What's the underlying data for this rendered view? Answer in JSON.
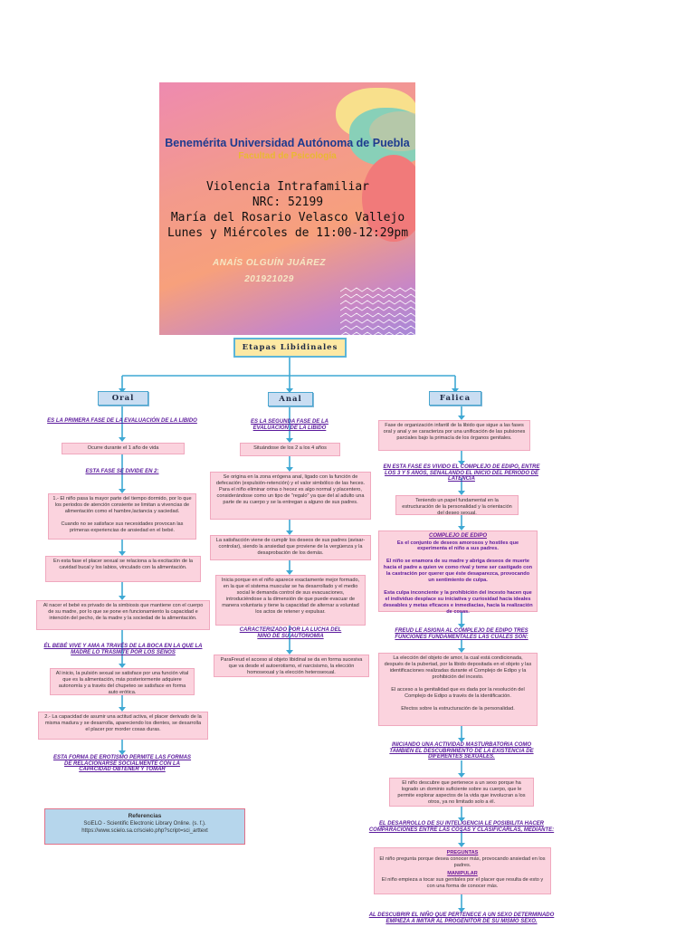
{
  "cover": {
    "university": "Benemérita Universidad Autónoma de Puebla",
    "faculty": "Facultad de Psicología",
    "course": "Violencia Intrafamiliar",
    "nrc": "NRC: 52199",
    "teacher": "María del Rosario Velasco Vallejo",
    "schedule": "Lunes y Miércoles de 11:00-12:29pm",
    "student": "ANAÍS OLGUÍN JUÁREZ",
    "student_id": "201921029"
  },
  "root": "Etapas Libidinales",
  "oral": {
    "title": "Oral",
    "cap1": "ES LA PRIMERA FASE DE LA EVALUACIÓN DE LA LIBIDO",
    "box1": "Ocurre durante el 1 año de vida",
    "cap2": "ESTA FASE SE DIVIDE EN 2:",
    "box2": "1.- El niño pasa la mayor parte del tiempo dormido, por lo que los periodos de atención consiente se limitan a vivencias de alimentación como el hambre,lactancia y saciedad.\n\nCuando no se satisface sus necesidades provocan las primeras experiencias de ansiedad en el bebé.",
    "box3": "En esta fase el placer sexual se relaciona a la excitación de la cavidad bucal y los labios, vinculado con la alimentación.",
    "box4": "Al nacer el bebé es privado de la simbiosis que mantiene con el cuerpo de su madre, por lo que se pone en funcionamiento la capacidad e intención del pecho, de la madre y la sociedad de la alimentación.",
    "cap3": "ÉL BEBÉ VIVE Y AMA A TRAVÉS DE LA BOCA EN LA QUE LA MADRE LO TRASMITE POR LOS SENOS",
    "box5": "Al inicio, la pulsión sexual se satisface por una función vital que es la alimentación, más posteriormente adquiere autonomía y a través del chupeteo se satisface en forma auto erótica.",
    "box6": "2.- La capacidad de asumir una actitud activa, el placer derivado de la misma madura y se desarrolla, apareciendo los dientes, se desarrolla el placer por morder cosas duras.",
    "cap4": "ESTA FORMA DE EROTISMO PERMITE LAS FORMAS DE RELACIONARSE SOCIALMENTE CON LA CAPACIDAD OBTENER Y TOMAR"
  },
  "anal": {
    "title": "Anal",
    "cap1": "ES LA SEGUNDA FASE DE LA EVALUACIÓN DE LA LIBIDO",
    "box1": "Situándose de los 2 a los 4 años",
    "box2": "Se origina en la zona erógena anal, ligado con la función de defecación (expulsión-retención) y el valor simbólico de las heces.\nPara el niño eliminar orina o hecez es algo normal y placentero, considerándose como un tipo de \"regalo\" ya que del al adulto una parte de su cuerpo y se la entregan a alguno de sus padres.",
    "box3": "La satisfacción viene de cumplir los deseos de sus padres (avisar-controlar), siendo la ansiedad que proviene de la vergüenza y la desaprobación de los demás.",
    "box4": "Inicia porque en el niño aparece exactamente mejor formado, en la que el sistema muscular se ha desarrollado y el medio social le demanda control de sus evacuaciones, introduciéndose a la dimensión de que puede evacuar de manera voluntaria y tiene la capacidad de alternar a voluntad los actos de retener y expulsar.",
    "cap2": "CARACTERIZADO POR LA LUCHA DEL NIÑO DE SU AUTONOMÍA",
    "box5": "ParaFreud el acceso al objeto libidinal se da en forma sucesiva que va desde el autoerotismo, el narcisismo, la elección homosexual y la elección heterosexual."
  },
  "falica": {
    "title": "Falica",
    "box1": "Fase de organización infantil de la libido que sigue a las fases oral y anal y se caracteriza por una unificación de las pulsiones parciales bajo la primacía de los órganos genitales.",
    "cap1": "EN ESTA FASE ES VIVIDO EL COMPLEJO DE EDIPO, ENTRE LOS 3 Y 5 AÑOS, SEÑALANDO EL INICIO DEL PERIODO DE LATENCIA",
    "box2": "Teniendo un papel fundamental en la estructuración de la personalidad y la orientación del deseo sexual.",
    "box3_title": "COMPLEJO DE EDIPO",
    "box3": "Es el conjunto de deseos amorosos y hostiles que experimenta el niño a sus padres.\n\nEl niño se enamora de su madre y abriga deseos de muerte hacia el padre a quien ve como rival y teme ser castigado con la castración por querer que éste desaparezca, provocando un sentimiento de culpa.\n\nEsta culpa inconciente y la prohibición del incesto hacen que el individuo desplace su iniciativa y curiosidad hacia ideales deseables y metas eficaces e inmediacias, hacia la realización de cosas.",
    "cap2": "FREUD LE ASIGNA AL COMPLEJO DE EDIPO TRES FUNCIONES FUNDAMENTALES LAS CUALES SON:",
    "box4": "La elección del objeto de amor, la cual está condicionada, después de la pubertad, por la libido depositada en el objeto y las identificaciones realizadas durante el Complejo de Edipo y la prohibición del incesto.\n\nEl acceso a la genitalidad que es dada por la resolución del Complejo de Edipo a través de la identificación.\n\nEfectos sobre la estructuración de la personalidad.",
    "cap3": "INICIANDO UNA ACTIVIDAD MASTURBATORIA COMO TAMBIÉN EL DESCUBRIMIENTO DE LA EXISTENCIA DE DIFERENTES SEXUALES.",
    "box5": "El niño descubre que pertenece a un sexo porque ha logrado un dominio suficiente sobre su cuerpo, que le permite explorar aspectos de la vida que involucran a los otros, ya no limitado solo a él.",
    "cap4": "EL DESARROLLO DE SU INTELIGENCIA LE POSIBILITA HACER COMPARACIONES ENTRE LAS COSAS Y CLASIFICARLAS, MEDIANTE:",
    "box6_t1": "PREGUNTAS",
    "box6_p1": "El niño pregunta porque desea conocer más, provocando ansiedad en los padres.",
    "box6_t2": "MANIPULAR",
    "box6_p2": "El niño empieza a tocar sus genitales por el placer que resulta de esto y con una forma de conocer más.",
    "cap5": "AL DESCUBRIR EL NIÑO QUE PERTENECE A UN SEXO DETERMINADO EMPIEZA A IMITAR AL PROGENITOR DE SU MISMO SEXO."
  },
  "references": {
    "title": "Referencias",
    "line1": "SciELO - Scientific Electronic Library Online. (s. f.).",
    "line2": "https://www.scielo.sa.cr/scielo.php?script=sci_arttext"
  }
}
